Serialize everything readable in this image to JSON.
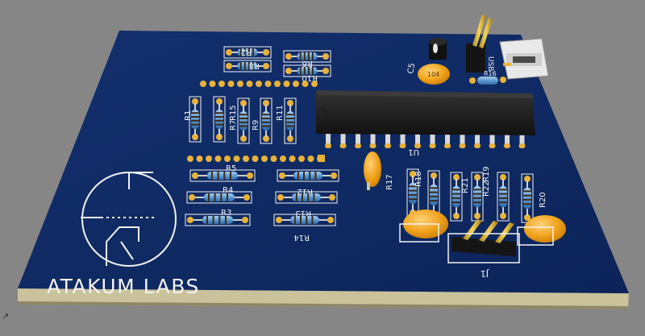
{
  "colors": {
    "background": "#868686",
    "board": "#0f2a63",
    "board_edge": "#c9c29a",
    "silkscreen": "#f2f2f2",
    "pad": "#e8b23a",
    "resistor_body": "#6fa8dc",
    "capacitor": "#f0a21a",
    "ic_body": "#1c1c1c"
  },
  "board": {
    "logo_text": "ATAKUM LABS",
    "ic_label": "U1",
    "usb_label": "USB",
    "header_label": "J1",
    "electrolytic_label": "C5",
    "ceramic_cap_marking": "104"
  },
  "resistor_labels": [
    "R1",
    "R2",
    "R3",
    "R4",
    "R5",
    "R6",
    "R7",
    "R8",
    "R9",
    "R10",
    "R11",
    "R12",
    "R13",
    "R14",
    "R15",
    "R16",
    "R17",
    "R18",
    "R19",
    "R20",
    "R21",
    "R22"
  ],
  "icons": [
    "vacuum-tube-logo-icon",
    "usb-connector-icon",
    "pin-header-icon",
    "dip-chip-icon"
  ],
  "corner_glyph": "↗"
}
